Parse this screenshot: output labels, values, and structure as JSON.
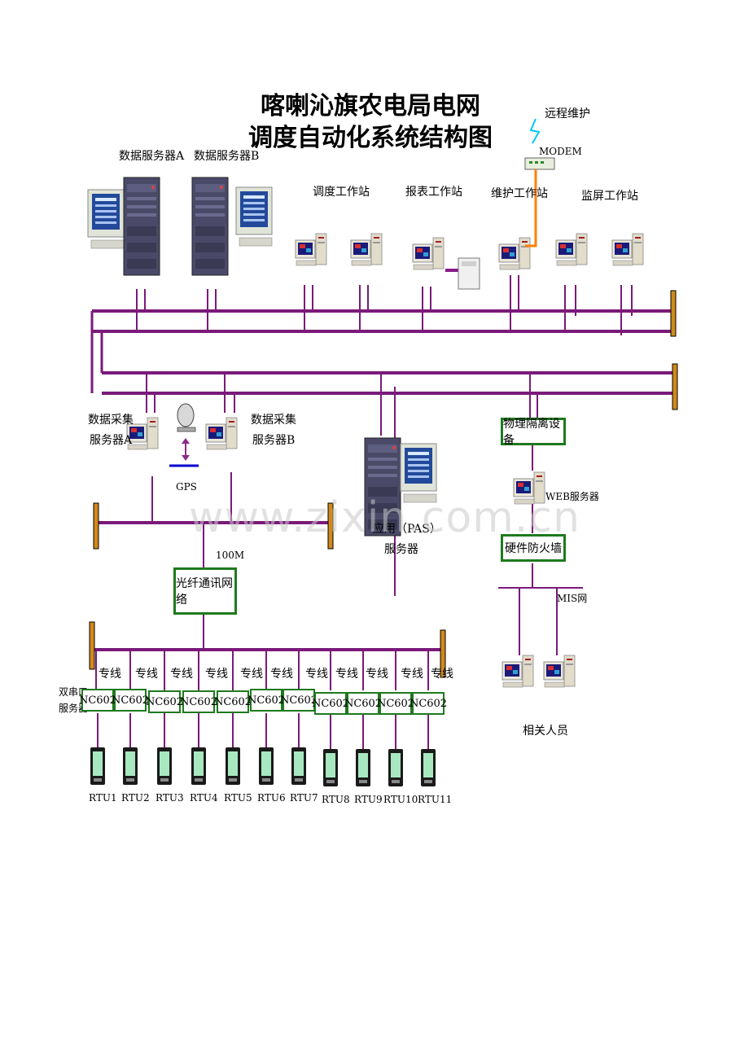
{
  "title": {
    "line1": "喀喇沁旗农电局电网",
    "line2": "调度自动化系统结构图"
  },
  "top": {
    "remote_maintenance": "远程维护",
    "modem": "MODEM",
    "server_a": "数据服务器A",
    "server_b": "数据服务器B",
    "dispatch_ws": "调度工作站",
    "report_ws": "报表工作站",
    "maint_ws": "维护工作站",
    "monitor_ws": "监屏工作站"
  },
  "middle": {
    "acq_a_1": "数据采集",
    "acq_a_2": "服务器A",
    "acq_b_1": "数据采集",
    "acq_b_2": "服务器B",
    "gps": "GPS",
    "pas_1": "应用（PAS）",
    "pas_2": "服务器",
    "isolation": "物理隔离设备",
    "web_server": "WEB服务器",
    "firewall": "硬件防火墙",
    "mis": "MIS网",
    "related": "相关人员",
    "speed": "100M",
    "fiber": "光纤通讯网络"
  },
  "bottom": {
    "dual_serial_1": "双串口",
    "dual_serial_2": "服务器",
    "line_label": "专线",
    "nc_label": "NC602",
    "rtus": [
      "RTU1",
      "RTU2",
      "RTU3",
      "RTU4",
      "RTU5",
      "RTU6",
      "RTU7",
      "RTU8",
      "RTU9",
      "RTU10",
      "RTU11"
    ]
  },
  "watermark": "www.zixin.com.cn",
  "colors": {
    "bus": "#7a1a7a",
    "box_border": "#1e7a1e",
    "cap": "#d08a1a",
    "modem_link": "#ff8000",
    "gps_link": "#0000cc"
  }
}
